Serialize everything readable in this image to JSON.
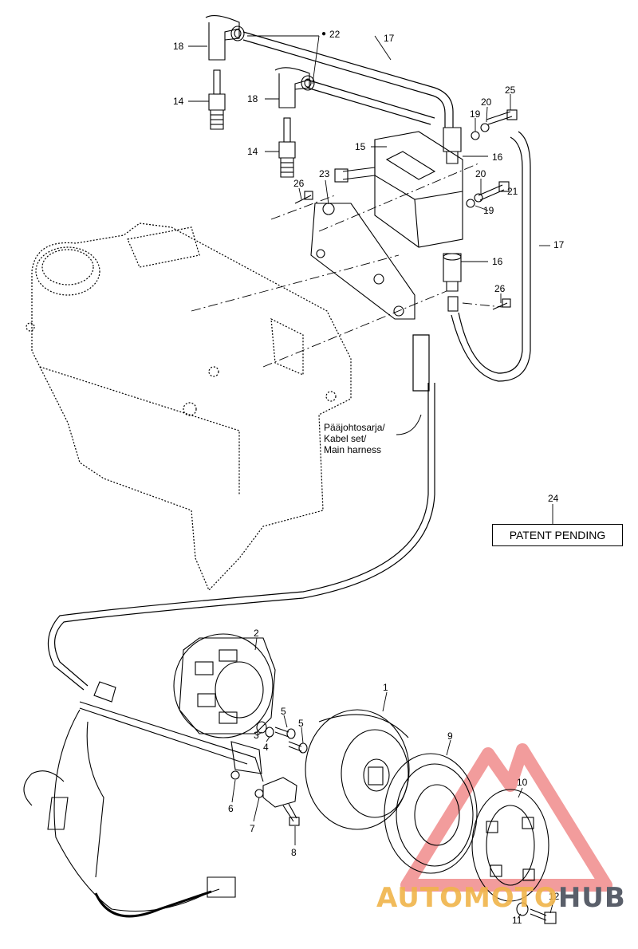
{
  "diagram": {
    "part_numbers": [
      "1",
      "2",
      "3",
      "4",
      "5",
      "5",
      "6",
      "7",
      "8",
      "9",
      "10",
      "11",
      "12",
      "14",
      "14",
      "15",
      "16",
      "16",
      "17",
      "17",
      "18",
      "18",
      "19",
      "19",
      "20",
      "20",
      "21",
      "22",
      "23",
      "24",
      "25",
      "26",
      "26"
    ],
    "harness_note": [
      "Pääjohtosarja/",
      "Kabel set/",
      "Main harness"
    ],
    "patent_box": "PATENT PENDING",
    "watermark": {
      "part1": "AUTOMOTO",
      "part2": "HUB",
      "color_a": "#f0b44a",
      "color_b": "#5a5f6a",
      "triangle_color": "#e84a4a"
    }
  },
  "labels": {
    "p1": "1",
    "p2": "2",
    "p3": "3",
    "p4": "4",
    "p5a": "5",
    "p5b": "5",
    "p6": "6",
    "p7": "7",
    "p8": "8",
    "p9": "9",
    "p10": "10",
    "p11": "11",
    "p12": "12",
    "p14a": "14",
    "p14b": "14",
    "p15": "15",
    "p16a": "16",
    "p16b": "16",
    "p17a": "17",
    "p17b": "17",
    "p18a": "18",
    "p18b": "18",
    "p19a": "19",
    "p19b": "19",
    "p20a": "20",
    "p20b": "20",
    "p21": "21",
    "p22": "22",
    "p23": "23",
    "p24": "24",
    "p25": "25",
    "p26a": "26",
    "p26b": "26"
  }
}
